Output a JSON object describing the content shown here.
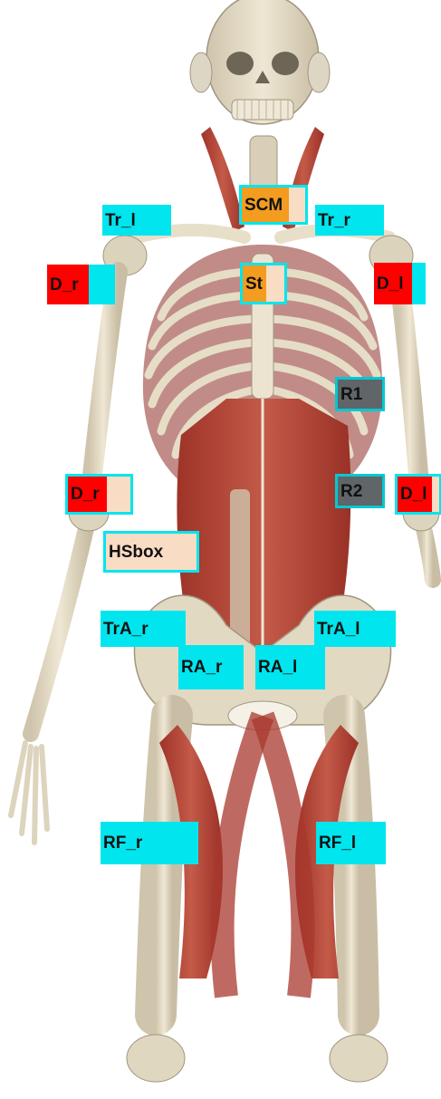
{
  "colors": {
    "label_cyan": "#00e5ee",
    "label_red": "#ff0000",
    "label_orange": "#f39c20",
    "label_peach": "#f9dcc4",
    "label_grey": "#5f6568",
    "muscle_red": "#b8453a",
    "bone": "#e8dfc9"
  },
  "labels": {
    "scm": "SCM",
    "tr_l": "Tr_l",
    "tr_r": "Tr_r",
    "d_r_upper": "D_r",
    "st": "St",
    "d_l_upper": "D_l",
    "r1": "R1",
    "d_r_lower": "D_r",
    "r2": "R2",
    "d_l_lower": "D_l",
    "hsbox": "HSbox",
    "tra_r": "TrA_r",
    "tra_l": "TrA_l",
    "ra_r": "RA_r",
    "ra_l": "RA_l",
    "rf_r": "RF_r",
    "rf_l": "RF_l"
  }
}
